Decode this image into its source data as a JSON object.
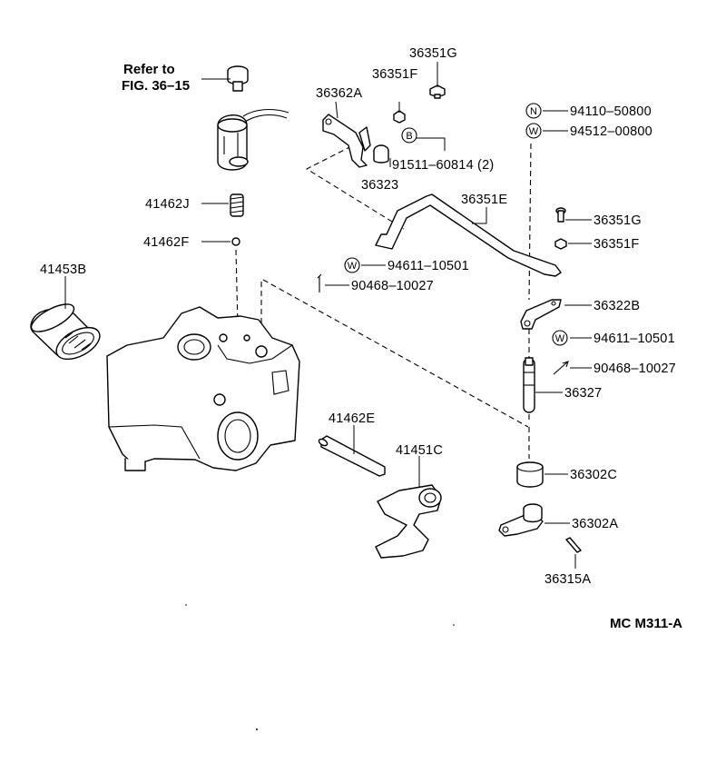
{
  "diagram": {
    "reference_note": [
      "Refer to",
      "FIG. 36–15"
    ],
    "figure_code": "MC M311-A",
    "badges": {
      "N": "N",
      "W": "W",
      "B": "B"
    },
    "labels": {
      "p36351G_top": "36351G",
      "p36351F_top": "36351F",
      "p36362A": "36362A",
      "p91511": "91511–60814 (2)",
      "p36323": "36323",
      "p94110": "94110–50800",
      "p94512": "94512–00800",
      "p36351E": "36351E",
      "p36351G_right": "36351G",
      "p36351F_right": "36351F",
      "p41462J": "41462J",
      "p41462F": "41462F",
      "p41453B": "41453B",
      "p94611_a": "94611–10501",
      "p90468_a": "90468–10027",
      "p36322B": "36322B",
      "p94611_b": "94611–10501",
      "p90468_b": "90468–10027",
      "p36327": "36327",
      "p41462E": "41462E",
      "p41451C": "41451C",
      "p36302C": "36302C",
      "p36302A": "36302A",
      "p36315A": "36315A"
    }
  }
}
